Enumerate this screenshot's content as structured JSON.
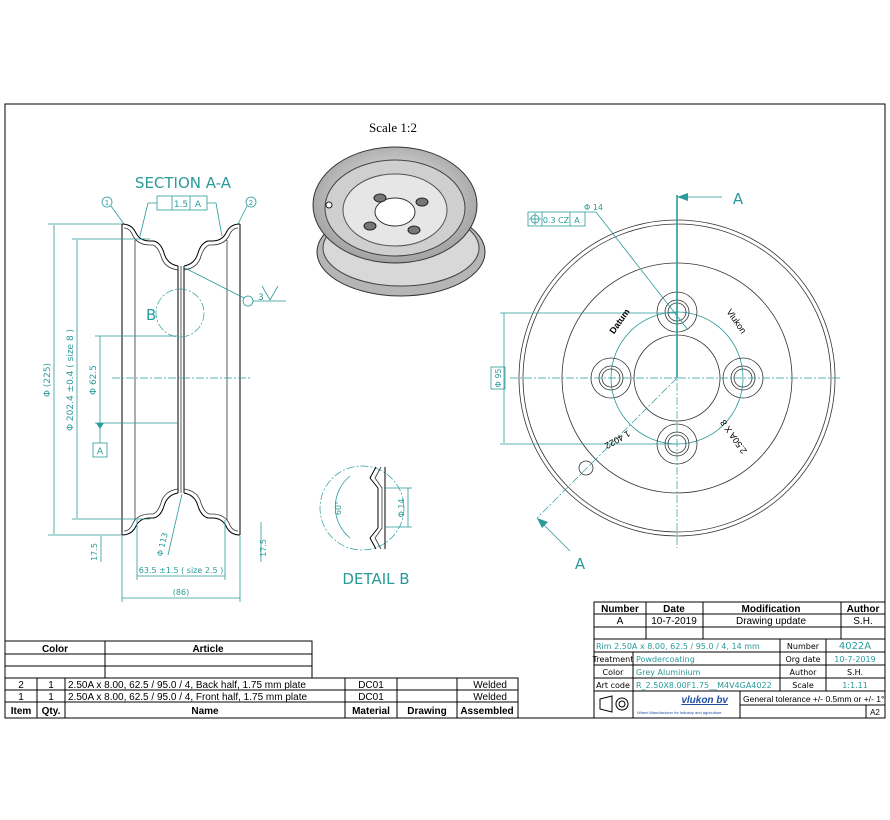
{
  "scale_label": "Scale 1:2",
  "section": {
    "title": "SECTION A-A",
    "balloons": [
      "1",
      "2",
      "3"
    ],
    "runout_value": "1.5",
    "runout_datum": "A",
    "dims": {
      "outer": "Φ (225)",
      "bead": "Φ 202.4 ±0.4 ( size 8 )",
      "centre": "Φ 62.5",
      "datum": "A",
      "flange_left": "17.5",
      "flange_right": "17.5",
      "width": "63.5 ±1.5 ( size 2.5 )",
      "overall": "(86)",
      "bead_seat": "Φ 113"
    },
    "detail_marker": "B"
  },
  "detail": {
    "title": "DETAIL B",
    "angle": "60°",
    "diameter": "Φ 14"
  },
  "front": {
    "section_letter": "A",
    "hole_dia": "Φ 14",
    "tol_value": "0.3 CZ",
    "tol_datum": "A",
    "pcd": "Φ 95",
    "stamps": [
      "Datum",
      "Vlukon",
      "2.50A X 8",
      "1 4022"
    ]
  },
  "bom": {
    "top_headers": [
      "Color",
      "Article"
    ],
    "rows": [
      {
        "item": "2",
        "qty": "1",
        "name": "2.50A x 8.00,  62.5 / 95.0 / 4, Back half, 1.75 mm plate",
        "material": "DC01",
        "drawing": "",
        "assembled": "Welded"
      },
      {
        "item": "1",
        "qty": "1",
        "name": "2.50A x 8.00,  62.5 / 95.0 / 4, Front half, 1.75 mm plate",
        "material": "DC01",
        "drawing": "",
        "assembled": "Welded"
      }
    ],
    "headers": [
      "Item",
      "Qty.",
      "Name",
      "Material",
      "Drawing",
      "Assembled"
    ]
  },
  "revisions": {
    "headers": [
      "Number",
      "Date",
      "Modification",
      "Author"
    ],
    "rows": [
      {
        "number": "A",
        "date": "10-7-2019",
        "modification": "Drawing update",
        "author": "S.H."
      }
    ]
  },
  "title_block": {
    "description": "Rim 2.50A x 8.00,  62.5 / 95.0 / 4,  14 mm",
    "treatment_label": "Treatment",
    "treatment": "Powdercoating",
    "color_label": "Color",
    "color": "Grey Aluminium",
    "artcode_label": "Art code",
    "artcode": "R_2.50X8.00F1.75__M4V4GA4022",
    "number_label": "Number",
    "number": "4022A",
    "orgdate_label": "Org date",
    "orgdate": "10-7-2019",
    "author_label": "Author",
    "author": "S.H.",
    "scale_label": "Scale",
    "scale": "1:1.11",
    "company": "vlukon bv",
    "company_tagline": "Wheel Manufacturer for industry and agriculture",
    "tolerance": "General tolerance +/- 0.5mm or +/- 1°",
    "sheet": "A2"
  },
  "colors": {
    "dimension": "#2a9a9a",
    "line": "#000000"
  }
}
